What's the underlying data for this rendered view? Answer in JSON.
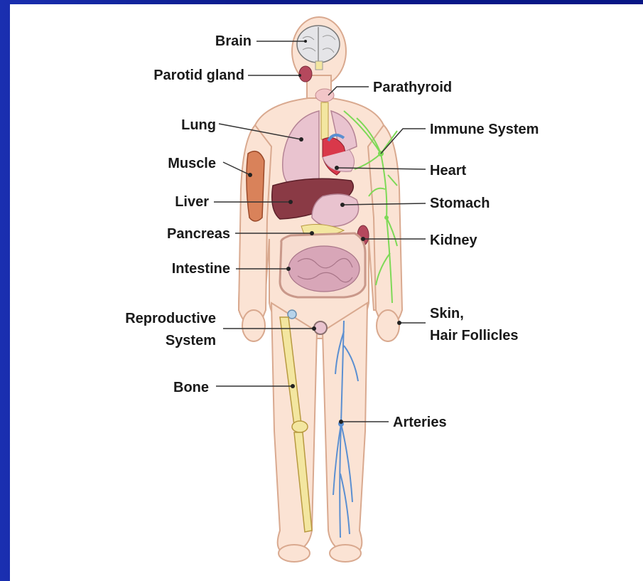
{
  "labels": {
    "brain": "Brain",
    "parotid_gland": "Parotid gland",
    "lung": "Lung",
    "muscle": "Muscle",
    "liver": "Liver",
    "pancreas": "Pancreas",
    "intestine": "Intestine",
    "reproductive_system_line1": "Reproductive",
    "reproductive_system_line2": "System",
    "bone": "Bone",
    "parathyroid": "Parathyroid",
    "immune_system": "Immune System",
    "heart": "Heart",
    "stomach": "Stomach",
    "kidney": "Kidney",
    "skin_line1": "Skin,",
    "skin_line2": "Hair Follicles",
    "arteries": "Arteries"
  },
  "colors": {
    "slide_background": "#0b1f8f",
    "canvas": "#ffffff",
    "skin": "#fbe3d4",
    "skin_outline": "#d9a98f",
    "organ_pink": "#e9c3cf",
    "liver": "#8a3a45",
    "muscle": "#d9825a",
    "bone": "#f3e6a0",
    "lymph": "#7ed957",
    "artery": "#5b8fd1",
    "leader_line": "#333333"
  }
}
